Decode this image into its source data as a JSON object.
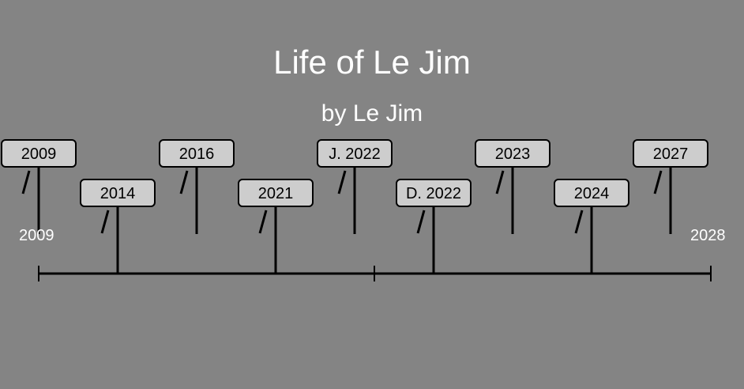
{
  "title": "Life of Le Jim",
  "subtitle": "by Le Jim",
  "axis": {
    "start": "2009",
    "end": "2028"
  },
  "events": [
    {
      "label": "2009",
      "row": "top"
    },
    {
      "label": "2014",
      "row": "bottom"
    },
    {
      "label": "2016",
      "row": "top"
    },
    {
      "label": "2021",
      "row": "bottom"
    },
    {
      "label": "J. 2022",
      "row": "top"
    },
    {
      "label": "D. 2022",
      "row": "bottom"
    },
    {
      "label": "2023",
      "row": "top"
    },
    {
      "label": "2024",
      "row": "bottom"
    },
    {
      "label": "2027",
      "row": "top"
    }
  ],
  "colors": {
    "background": "#848484",
    "box": "#cdcdcd",
    "line": "#000000",
    "text": "#ffffff"
  }
}
